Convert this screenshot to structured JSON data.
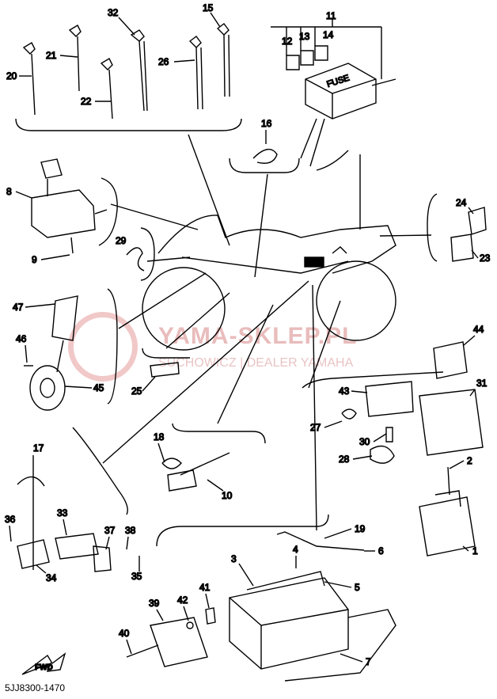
{
  "watermark": {
    "main": "YAMA-SKLEP.PL",
    "sub": "SUCHOWICZ | DEALER YAMAHA"
  },
  "fuse_label": "FUSE",
  "fwd_label": "FWD",
  "part_code": "5JJ8300-1470",
  "callouts": [
    "1",
    "2",
    "4",
    "5",
    "6",
    "7",
    "8",
    "9",
    "10",
    "11",
    "12",
    "13",
    "14",
    "15",
    "16",
    "17",
    "18",
    "19",
    "20",
    "21",
    "22",
    "23",
    "24",
    "25",
    "26",
    "27",
    "28",
    "29",
    "30",
    "31",
    "32",
    "33",
    "34",
    "35",
    "36",
    "37",
    "38",
    "39",
    "40",
    "41",
    "42",
    "43",
    "44",
    "45",
    "46",
    "47",
    "3"
  ]
}
